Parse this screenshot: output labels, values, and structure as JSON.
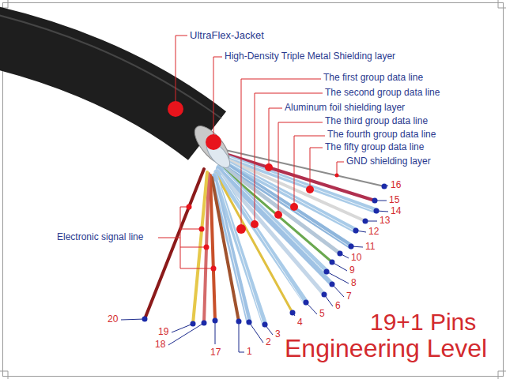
{
  "diagram": {
    "labels": [
      "UltraFlex-Jacket",
      "High-Density Triple Metal Shielding layer",
      "The first group data line",
      "The second group data line",
      "Aluminum foil shielding layer",
      "The third group data line",
      "The fourth group data line",
      "The fifty group data line",
      "GND shielding layer",
      "Electronic signal line",
      "1",
      "2",
      "3",
      "4",
      "5",
      "6",
      "7",
      "8",
      "9",
      "10",
      "11",
      "12",
      "13",
      "14",
      "15",
      "16",
      "17",
      "18",
      "19",
      "20",
      "19+1 Pins",
      "Engineering Level"
    ]
  }
}
